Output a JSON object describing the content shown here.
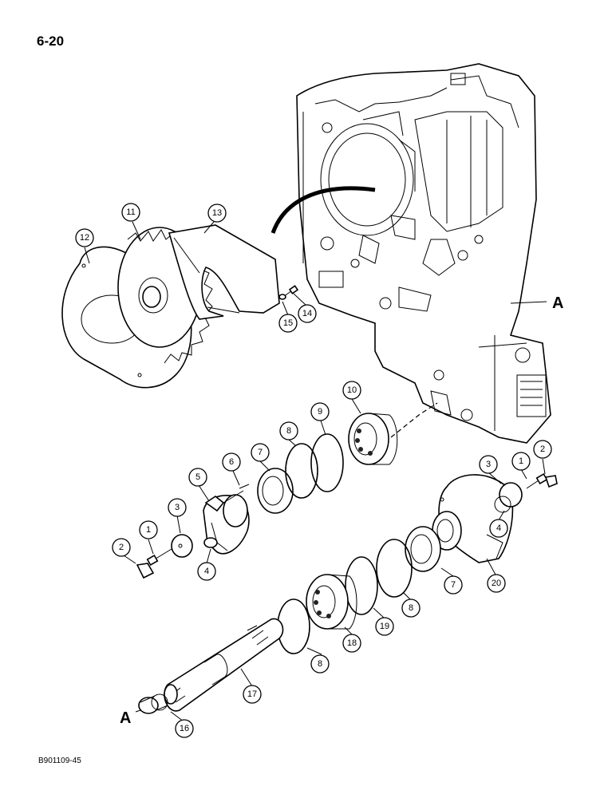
{
  "page": {
    "number": "6-20",
    "figure_id": "B901109-45"
  },
  "reference_letter": "A",
  "callouts": [
    {
      "label": "1"
    },
    {
      "label": "1"
    },
    {
      "label": "2"
    },
    {
      "label": "2"
    },
    {
      "label": "3"
    },
    {
      "label": "3"
    },
    {
      "label": "4"
    },
    {
      "label": "4"
    },
    {
      "label": "5"
    },
    {
      "label": "6"
    },
    {
      "label": "7"
    },
    {
      "label": "7"
    },
    {
      "label": "8"
    },
    {
      "label": "8"
    },
    {
      "label": "8"
    },
    {
      "label": "9"
    },
    {
      "label": "10"
    },
    {
      "label": "11"
    },
    {
      "label": "12"
    },
    {
      "label": "13"
    },
    {
      "label": "14"
    },
    {
      "label": "15"
    },
    {
      "label": "16"
    },
    {
      "label": "17"
    },
    {
      "label": "18"
    },
    {
      "label": "19"
    },
    {
      "label": "20"
    }
  ]
}
